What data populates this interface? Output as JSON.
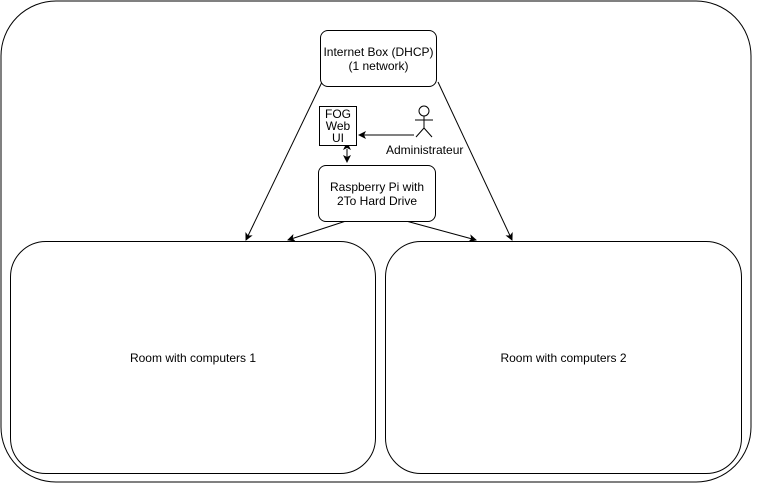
{
  "nodes": {
    "internet_box": {
      "line1": "Internet Box (DHCP)",
      "line2": "(1 network)"
    },
    "fog_web_ui": {
      "line1": "FOG",
      "line2": "Web",
      "line3": "UI"
    },
    "raspberry_pi": {
      "line1": "Raspberry Pi with",
      "line2": "2To Hard Drive"
    },
    "room1": {
      "label": "Room with computers 1"
    },
    "room2": {
      "label": "Room with computers 2"
    }
  },
  "actor": {
    "label": "Administrateur"
  },
  "colors": {
    "stroke": "#000000",
    "fill": "#ffffff"
  }
}
